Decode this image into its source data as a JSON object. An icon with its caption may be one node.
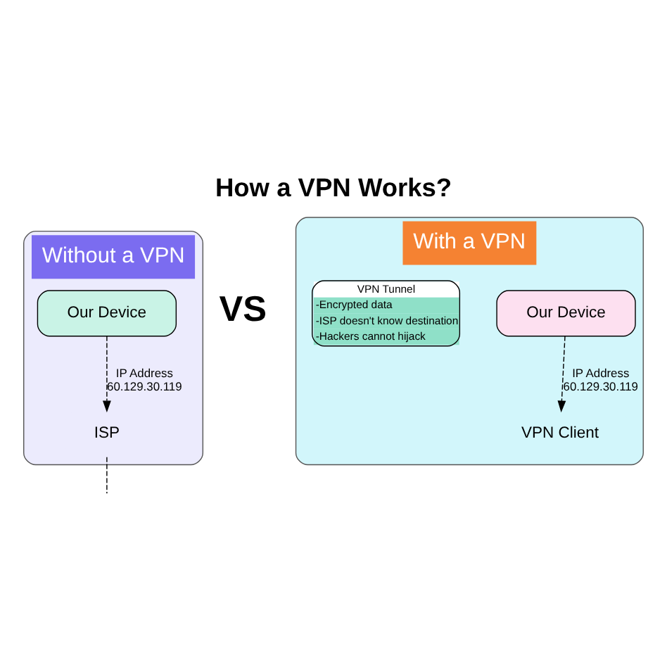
{
  "diagram": {
    "title": "How a VPN Works?",
    "nodes": [
      {
        "text": [
          "Without a VPN"
        ]
      },
      {
        "text": [
          "Our Device"
        ],
        "in": 0
      },
      {
        "text": [
          "ISP"
        ],
        "in": 0
      },
      {
        "text": [
          "With a VPN"
        ]
      },
      {
        "text": [
          "Our Device"
        ],
        "in": 3
      },
      {
        "text": [
          "VPN Client"
        ],
        "in": 3
      },
      {
        "text": [
          "VPN Tunnel",
          "-Encrypted data",
          "-ISP doesn't know destination",
          "-Hackers cannot hijack"
        ],
        "in": 3
      }
    ],
    "edges": [
      {
        "from": 1,
        "to": 2,
        "arrow": "to",
        "style": "dashed",
        "label": "IP Address 60.129.30.119"
      },
      {
        "from": 2,
        "to": null,
        "arrow": "none",
        "style": "dashed"
      },
      {
        "from": 4,
        "to": 5,
        "arrow": "to",
        "style": "dashed",
        "label": "IP Address 60.129.30.119"
      }
    ],
    "labels": [
      "VS"
    ]
  }
}
